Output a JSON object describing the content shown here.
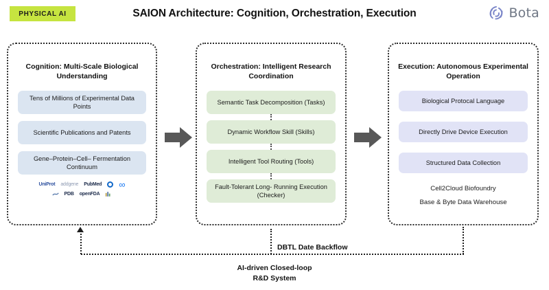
{
  "header": {
    "badge_label": "PHYSICAL AI",
    "title": "SAION Architecture: Cognition, Orchestration, Execution",
    "brand_name": "Bota",
    "brand_mark_icon": "spiral-swirl-icon",
    "badge_color": "#c6e440",
    "brand_color": "#6f7785"
  },
  "panels": [
    {
      "id": "cognition",
      "title": "Cognition: Multi-Scale Biological Understanding",
      "box_color": "#dbe5f1",
      "items": [
        "Tens of Millions of Experimental Data Points",
        "Scientific Publications and Patents",
        "Gene–Protein–Cell– Fermentation Continuum"
      ],
      "logo_rows": [
        [
          "UniProt",
          "addgene",
          "PubMed",
          "openai-circle-icon",
          "meta-infinity-icon"
        ],
        [
          "ncbi-wave-icon",
          "PDB",
          "openFDA",
          "data-bars-icon"
        ]
      ]
    },
    {
      "id": "orchestration",
      "title": "Orchestration: Intelligent Research Coordination",
      "box_color": "#dfecd7",
      "items": [
        "Semantic Task Decomposition (Tasks)",
        "Dynamic Workflow Skill (Skills)",
        "Intelligent Tool Routing (Tools)",
        "Fault-Tolerant Long- Running Execution (Checker)"
      ]
    },
    {
      "id": "execution",
      "title": "Execution: Autonomous Experimental Operation",
      "box_color": "#e1e3f6",
      "items": [
        "Biological Protocal Language",
        "Directly Drive Device Execution",
        "Structured Data Collection"
      ],
      "footnotes": [
        "Cell2Cloud Biofoundry",
        "Base & Byte Data Warehouse"
      ]
    }
  ],
  "arrows": [
    {
      "name": "arrow-cognition-to-orchestration",
      "icon": "right-block-arrow-icon"
    },
    {
      "name": "arrow-orchestration-to-execution",
      "icon": "right-block-arrow-icon"
    }
  ],
  "feedback": {
    "backflow_label": "DBTL Date Backflow",
    "system_label_line1": "AI-driven Closed-loop",
    "system_label_line2": "R&D System",
    "line_color": "#1e1e1e"
  }
}
